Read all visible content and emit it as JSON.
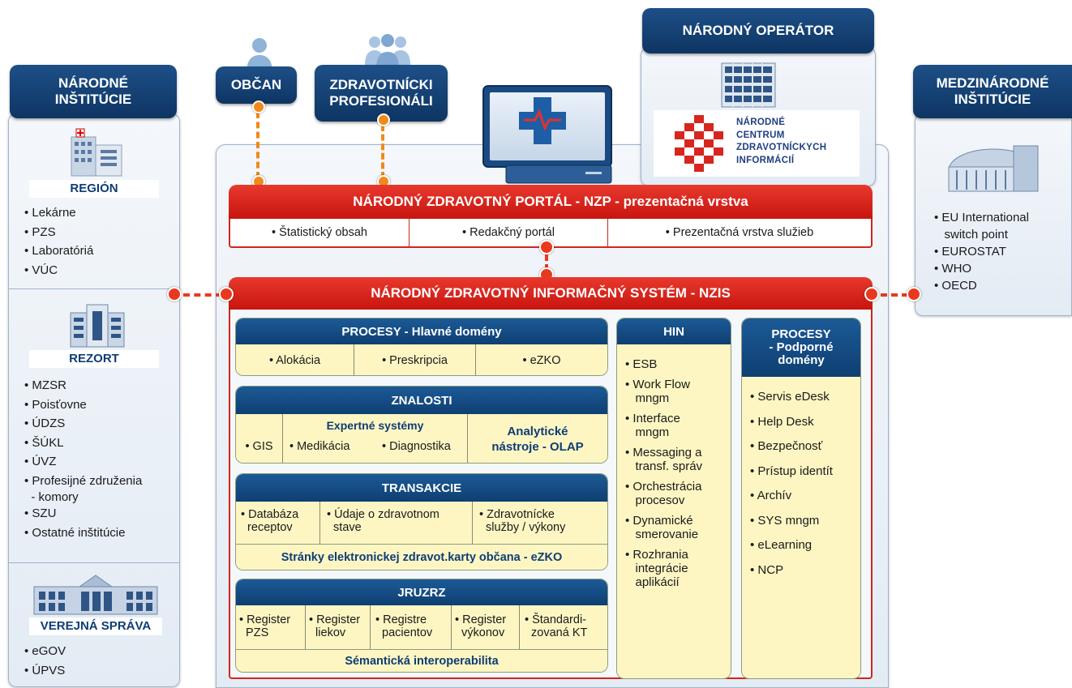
{
  "left": {
    "title": "NÁRODNÉ\nINŠTITÚCIE",
    "region": {
      "label": "REGIÓN",
      "items": [
        "• Lekárne",
        "• PZS",
        "• Laboratóriá",
        "• VÚC"
      ]
    },
    "rezort": {
      "label": "REZORT",
      "items": [
        "• MZSR",
        "• Poisťovne",
        "• ÚDZS",
        "• ŠÚKL",
        "• ÚVZ",
        "• Profesijné združenia",
        "  - komory",
        "• SZU",
        "• Ostatné inštitúcie"
      ]
    },
    "verejna": {
      "label": "VEREJNÁ SPRÁVA",
      "items": [
        "• eGOV",
        "• ÚPVS"
      ]
    }
  },
  "obcan": "OBČAN",
  "zdrav": "ZDRAVOTNÍCKI\nPROFESIONÁLI",
  "operator": {
    "title": "NÁRODNÝ OPERÁTOR",
    "logo_text": "NÁRODNÉ\nCENTRUM\nZDRAVOTNÍCKYCH\nINFORMÁCIÍ"
  },
  "right": {
    "title": "MEDZINÁRODNÉ\nINŠTITÚCIE",
    "items": [
      "• EU International",
      "   switch point",
      "• EUROSTAT",
      "• WHO",
      "• OECD"
    ]
  },
  "nzp": {
    "title": "NÁRODNÝ ZDRAVOTNÝ PORTÁL - NZP - prezentačná vrstva",
    "cells": [
      "• Štatistický obsah",
      "• Redakčný portál",
      "• Prezentačná vrstva služieb"
    ]
  },
  "nzis": {
    "title": "NÁRODNÝ ZDRAVOTNÝ INFORMAČNÝ SYSTÉM - NZIS"
  },
  "procesy": {
    "title": "PROCESY - Hlavné domény",
    "cells": [
      "• Alokácia",
      "• Preskripcia",
      "• eZKO"
    ]
  },
  "znalosti": {
    "title": "ZNALOSTI",
    "gis": "• GIS",
    "expert": "Expertné systémy",
    "medikacia": "• Medikácia",
    "diagnostika": "• Diagnostika",
    "olap": "Analytické\nnástroje - OLAP"
  },
  "transakcie": {
    "title": "TRANSAKCIE",
    "cells": [
      "• Databáza\n  receptov",
      "• Údaje o zdravotnom\n  stave",
      "• Zdravotnícke\n  služby / výkony"
    ],
    "footer": "Stránky elektronickej zdravot.karty občana - eZKO"
  },
  "jruzrz": {
    "title": "JRUZRZ",
    "cells": [
      "• Register\n  PZS",
      "• Register\n  liekov",
      "• Registre\n  pacientov",
      "• Register\n  výkonov",
      "• Štandardi-\n  zovaná KT"
    ],
    "footer": "Sémantická interoperabilita"
  },
  "hin": {
    "title": "HIN",
    "items": [
      "• ESB",
      "• Work Flow\n   mngm",
      "• Interface\n   mngm",
      "• Messaging a\n   transf. správ",
      "• Orchestrácia\n   procesov",
      "• Dynamické\n   smerovanie",
      "• Rozhrania\n   integrácie\n   aplikácií"
    ]
  },
  "podporne": {
    "title": "PROCESY\n- Podporné\ndomény",
    "items": [
      "• Servis eDesk",
      "• Help Desk",
      "• Bezpečnosť",
      "• Prístup identít",
      "• Archív",
      "• SYS mngm",
      "• eLearning",
      "• NCP"
    ]
  },
  "colors": {
    "red": "#d0261c",
    "navy": "#0e3563",
    "yellow": "#fdf6c3",
    "orange": "#f08a1c"
  }
}
